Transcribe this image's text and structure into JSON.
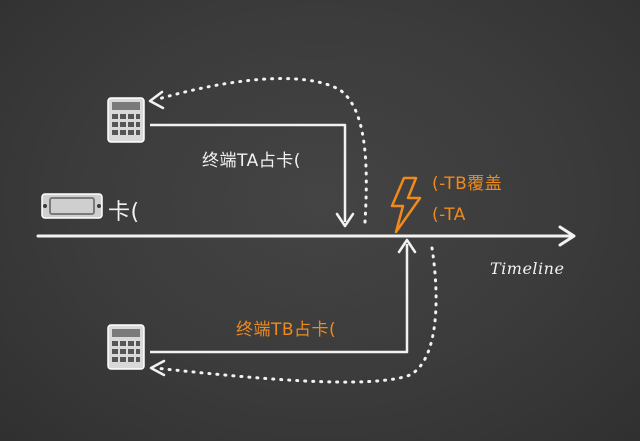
{
  "labels": {
    "ta_write": "终端TA占卡(",
    "tb_write": "终端TB占卡(",
    "card": "卡(",
    "override_tb": "(-TB覆盖",
    "override_ta": "(-TA",
    "timeline": "Timeline"
  },
  "icons": {
    "terminal_top": "calculator-terminal-icon",
    "terminal_bottom": "calculator-terminal-icon",
    "card": "ticket-card-icon",
    "conflict": "lightning-bolt-icon"
  },
  "colors": {
    "chalk_white": "#f2f2f2",
    "accent_orange": "#f08a1c",
    "board": "#3a3a3a"
  }
}
